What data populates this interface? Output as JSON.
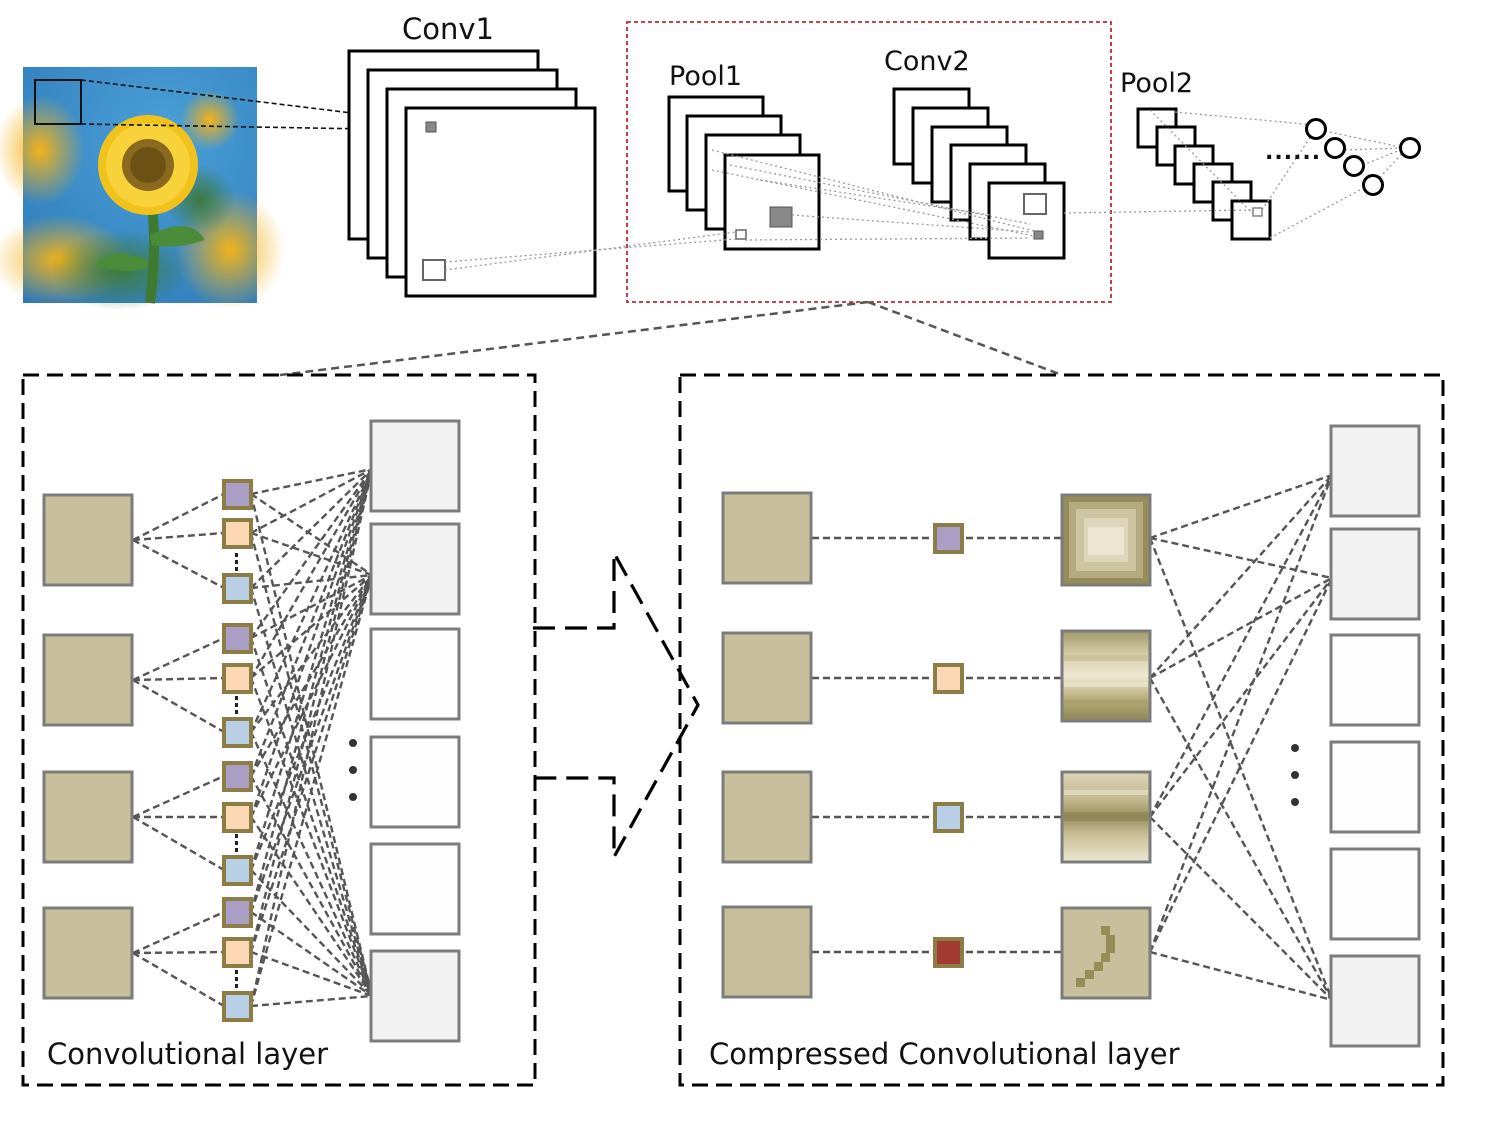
{
  "top": {
    "labels": {
      "conv1": "Conv1",
      "pool1": "Pool1",
      "conv2": "Conv2",
      "pool2": "Pool2"
    },
    "ellipsis": "......",
    "image_icon": "sunflower-image"
  },
  "left_panel": {
    "caption": "Convolutional layer"
  },
  "right_panel": {
    "caption": "Compressed Convolutional layer"
  },
  "colors": {
    "input_fill": "#c8bf9c",
    "input_stroke": "#7c7c7c",
    "output_fill": "#f2f2f2",
    "kernel_border": "#8c7d47",
    "kernel_purple": "#ab9ec4",
    "kernel_peach": "#fcd7b3",
    "kernel_blue": "#b8cfe5",
    "kernel_red": "#a23a30",
    "highlight_box": "#c0282d",
    "dash_line": "#555555"
  }
}
